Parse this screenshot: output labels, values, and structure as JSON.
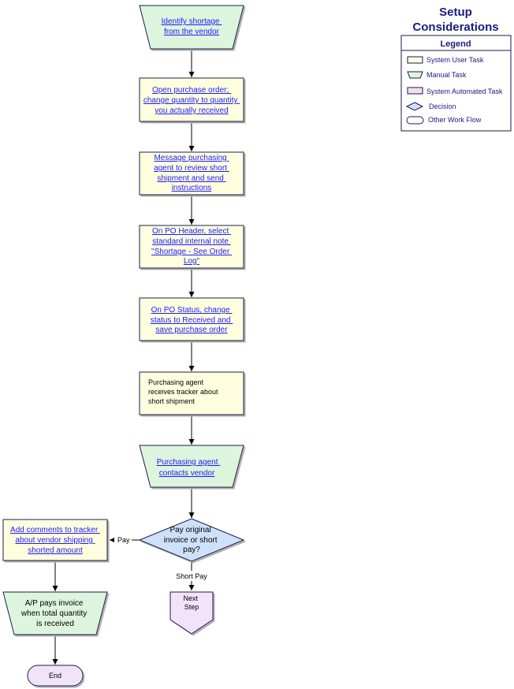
{
  "setup": {
    "title_lines": [
      "Setup",
      "Considerations"
    ],
    "legend_title": "Legend",
    "legend_items": [
      {
        "shape": "system-user-task",
        "label": "System User Task"
      },
      {
        "shape": "manual-task",
        "label": "Manual Task"
      },
      {
        "shape": "system-automated-task",
        "label": "System Automated Task"
      },
      {
        "shape": "decision",
        "label": "Decision"
      },
      {
        "shape": "other-work-flow",
        "label": "Other Work Flow"
      }
    ]
  },
  "colors": {
    "system_user_task": "#ffffe0",
    "manual_task": "#ddf5dd",
    "system_automated_task": "#f5dcf0",
    "decision": "#cfe0fb",
    "other_work_flow": "#f3e3fa",
    "link_text": "#1a1aff",
    "title_text": "#1a1a80",
    "stroke": "#1a1a4d"
  },
  "flow": {
    "identify_shortage": [
      "Identify shortage",
      "from the vendor"
    ],
    "open_purchase_order": [
      "Open purchase order;",
      "change quantity to quantity",
      "you actually received"
    ],
    "message_purchasing_agent": [
      "Message purchasing",
      "agent to review short",
      "shipment and send",
      "instructions"
    ],
    "po_header_note": [
      "On PO Header, select",
      "standard internal note",
      "\"Shortage - See Order",
      "Log\""
    ],
    "po_status_received": [
      "On PO Status, change",
      "status to Received and",
      "save purchase order"
    ],
    "agent_receives_tracker": [
      "Purchasing agent",
      "receives tracker about",
      "short shipment"
    ],
    "agent_contacts_vendor": [
      "Purchasing agent",
      "contacts vendor"
    ],
    "pay_decision": [
      "Pay original",
      "invoice or short",
      "pay?"
    ],
    "pay_label": "Pay",
    "short_pay_label": "Short Pay",
    "next_step": [
      "Next",
      "Step"
    ],
    "add_comments": [
      "Add comments to tracker",
      "about vendor shipping",
      "shorted amount"
    ],
    "ap_pays_invoice": [
      "A/P pays invoice",
      "when total quantity",
      "is received"
    ],
    "end": "End"
  }
}
